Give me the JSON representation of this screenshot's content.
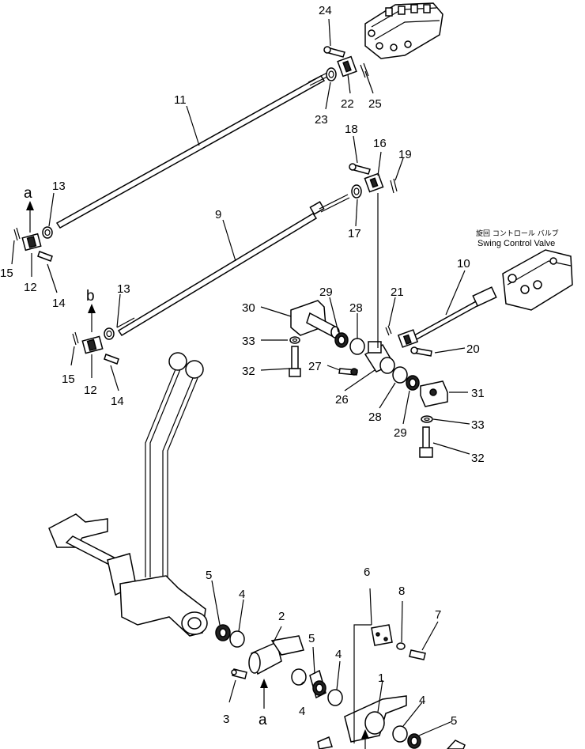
{
  "caption": {
    "japanese": "旋回 コントロール バルブ",
    "english": "Swing Control Valve"
  },
  "view_markers": {
    "a_top": "a",
    "b_left": "b",
    "a_bottom": "a"
  },
  "callouts": {
    "c24": "24",
    "c22": "22",
    "c23": "23",
    "c25": "25",
    "c11": "11",
    "c18": "18",
    "c16": "16",
    "c19": "19",
    "c13a": "13",
    "c17": "17",
    "c9": "9",
    "c15a": "15",
    "c12a": "12",
    "c14a": "14",
    "c10": "10",
    "c13b": "13",
    "c29a": "29",
    "c28a": "28",
    "c21": "21",
    "c30": "30",
    "c33a": "33",
    "c20": "20",
    "c27": "27",
    "c32a": "32",
    "c31": "31",
    "c26": "26",
    "c28b": "28",
    "c29b": "29",
    "c33b": "33",
    "c32b": "32",
    "c15b": "15",
    "c12b": "12",
    "c14b": "14",
    "c5a": "5",
    "c4a": "4",
    "c2": "2",
    "c6": "6",
    "c8": "8",
    "c7": "7",
    "c5b": "5",
    "c4b": "4",
    "c3": "3",
    "c4c": "4",
    "c1": "1",
    "c4d": "4",
    "c5c": "5"
  }
}
